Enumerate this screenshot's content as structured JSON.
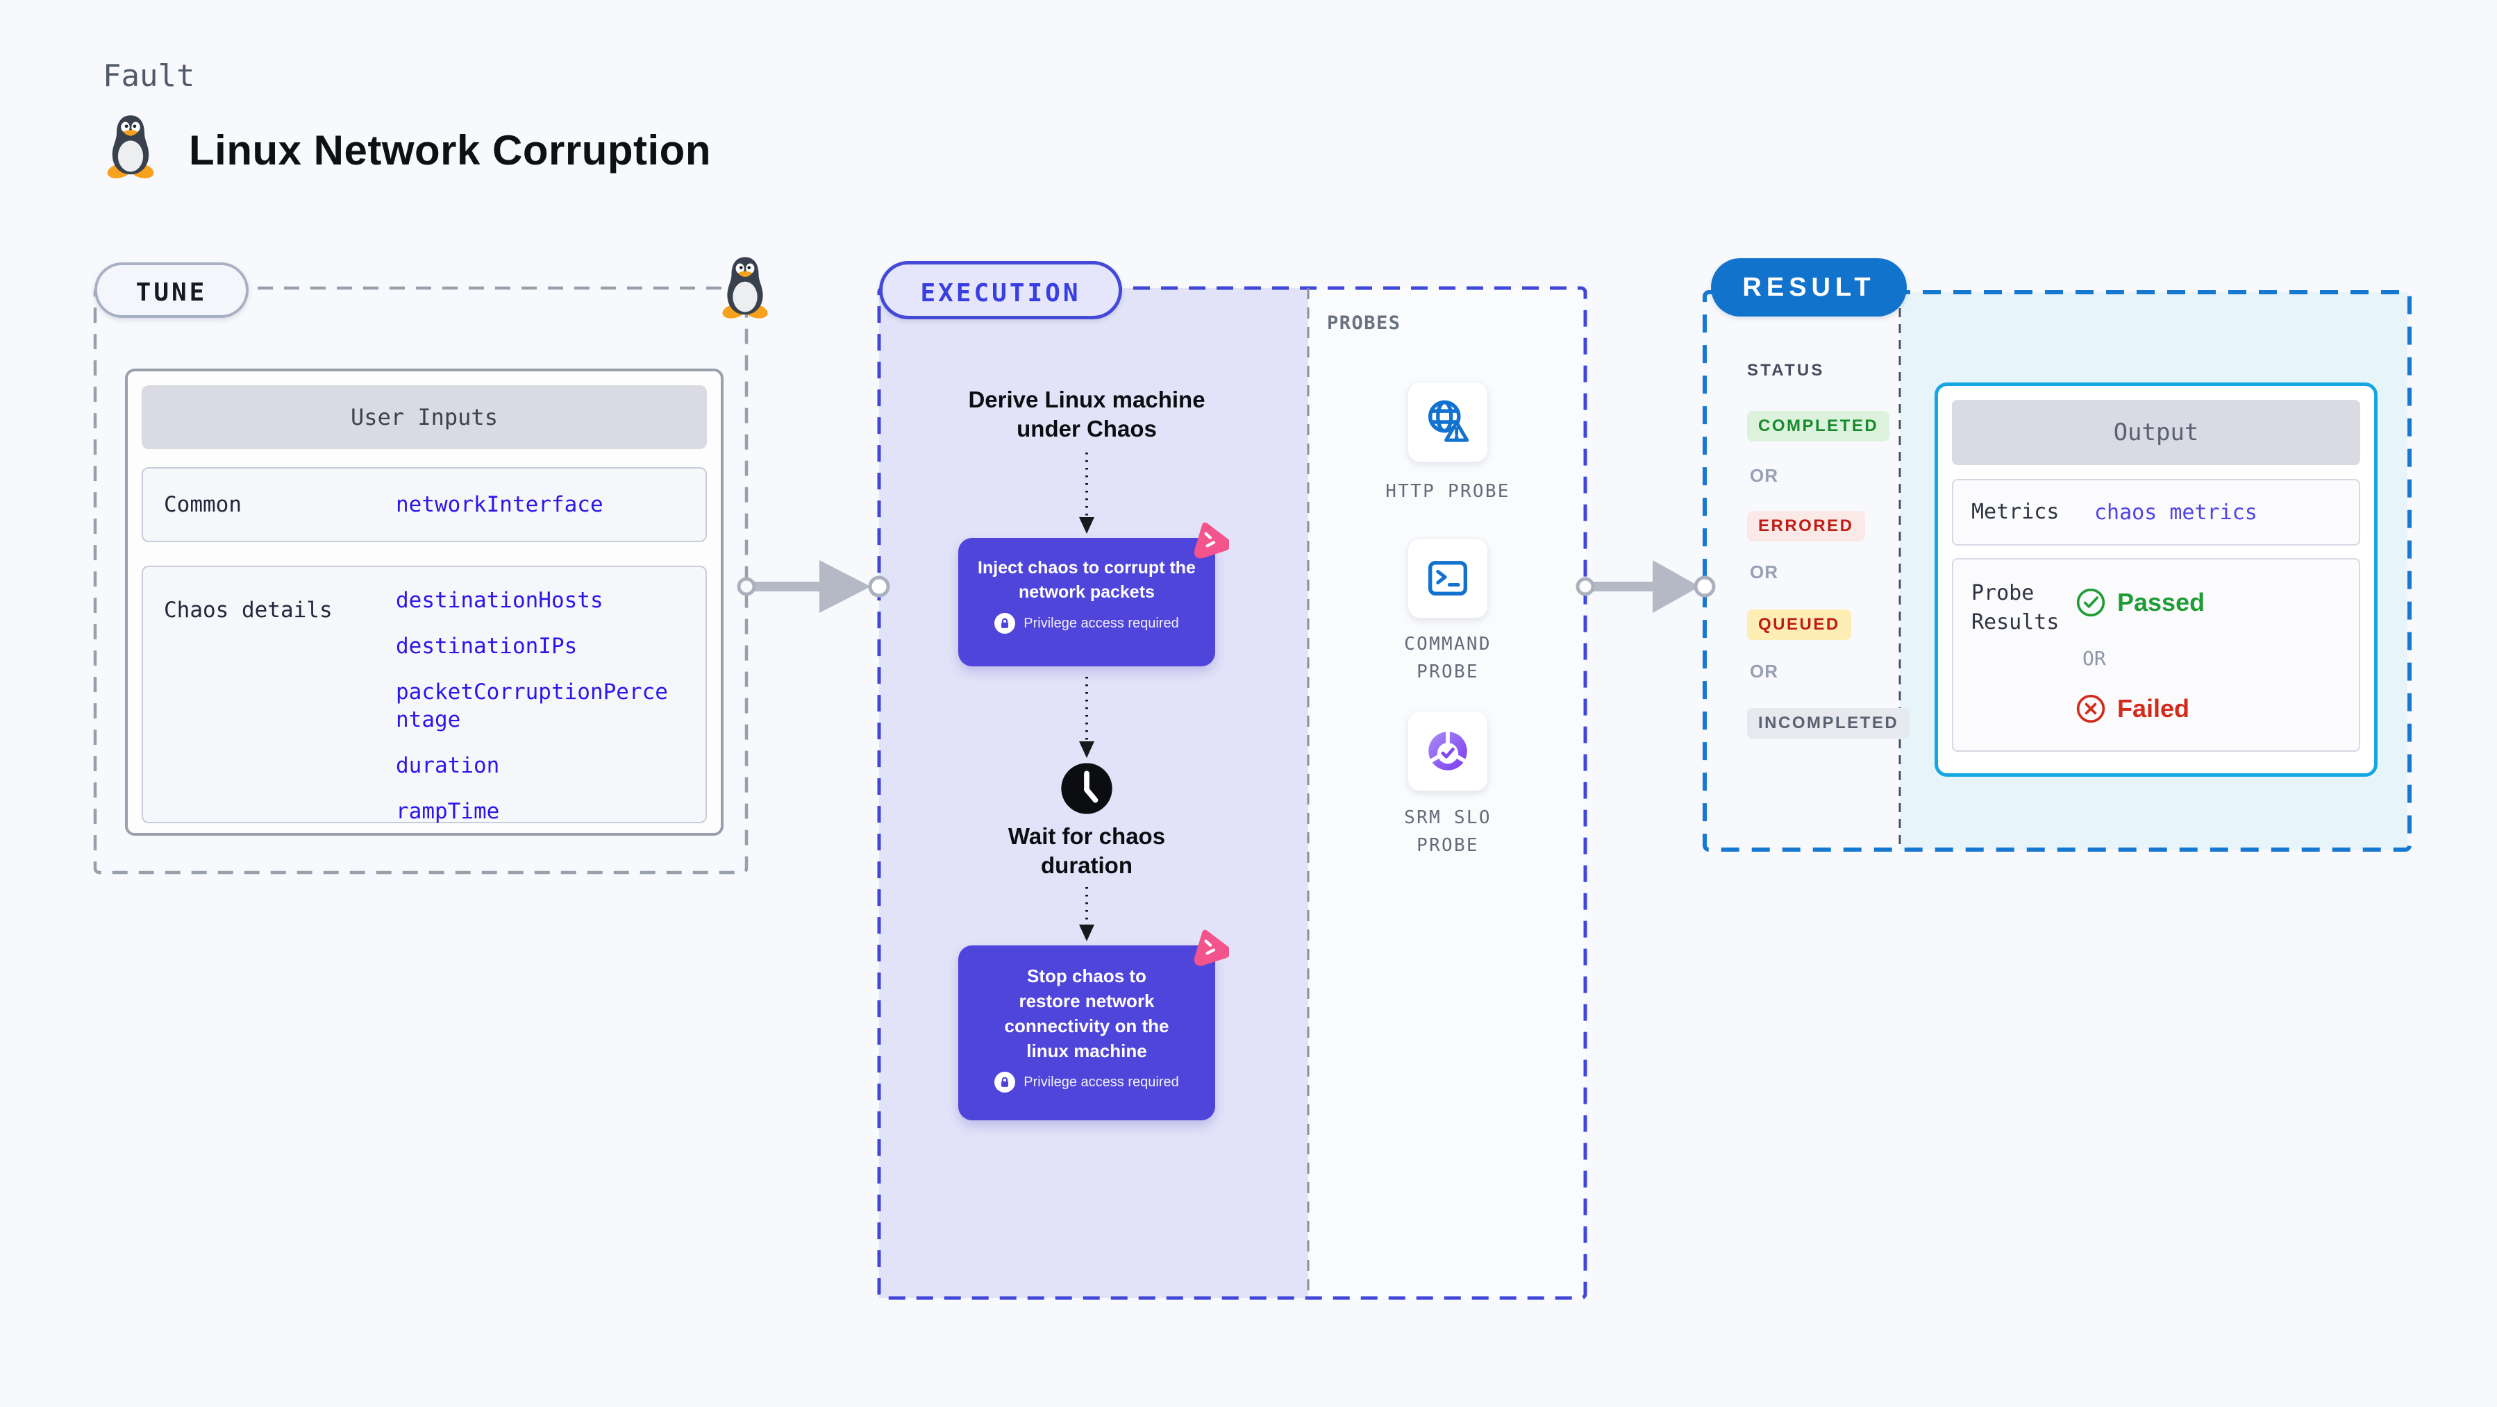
{
  "header": {
    "kicker": "Fault",
    "title": "Linux Network Corruption"
  },
  "colors": {
    "accent_indigo": "#5045da",
    "accent_blue": "#1173cc",
    "accent_cyan": "#16a7e2",
    "accent_pink": "#f4548c",
    "link_blue": "#2b16e8",
    "passed_green": "#1f9c35",
    "failed_red": "#d42a1c",
    "lavender_bg": "#e2e3f8",
    "cyan_bg": "#e7f5fb"
  },
  "tune": {
    "badge": "TUNE",
    "table": {
      "header": "User Inputs",
      "rows": [
        {
          "label": "Common",
          "values": [
            "networkInterface"
          ]
        },
        {
          "label": "Chaos details",
          "values": [
            "destinationHosts",
            "destinationIPs",
            "packetCorruptionPercentage",
            "duration",
            "rampTime"
          ]
        }
      ]
    }
  },
  "execution": {
    "badge": "EXECUTION",
    "privilege": "Privilege access required",
    "steps": {
      "derive": "Derive Linux machine under Chaos",
      "inject": "Inject chaos to corrupt the network packets",
      "wait": "Wait for chaos duration",
      "stop": "Stop chaos to restore network connectivity on the linux machine"
    },
    "probes": {
      "label": "PROBES",
      "items": [
        {
          "name": "HTTP PROBE",
          "icon": "globe-alert-icon"
        },
        {
          "name": "COMMAND PROBE",
          "icon": "terminal-icon"
        },
        {
          "name": "SRM SLO PROBE",
          "icon": "slo-donut-icon"
        }
      ]
    }
  },
  "result": {
    "badge": "RESULT",
    "status": {
      "label": "STATUS",
      "or": "OR",
      "items": [
        {
          "label": "COMPLETED"
        },
        {
          "label": "ERRORED"
        },
        {
          "label": "QUEUED"
        },
        {
          "label": "INCOMPLETED"
        }
      ]
    },
    "output": {
      "header": "Output",
      "metrics_label": "Metrics",
      "metrics_value": "chaos metrics",
      "probe_label": "Probe Results",
      "passed": "Passed",
      "or": "OR",
      "failed": "Failed"
    }
  }
}
